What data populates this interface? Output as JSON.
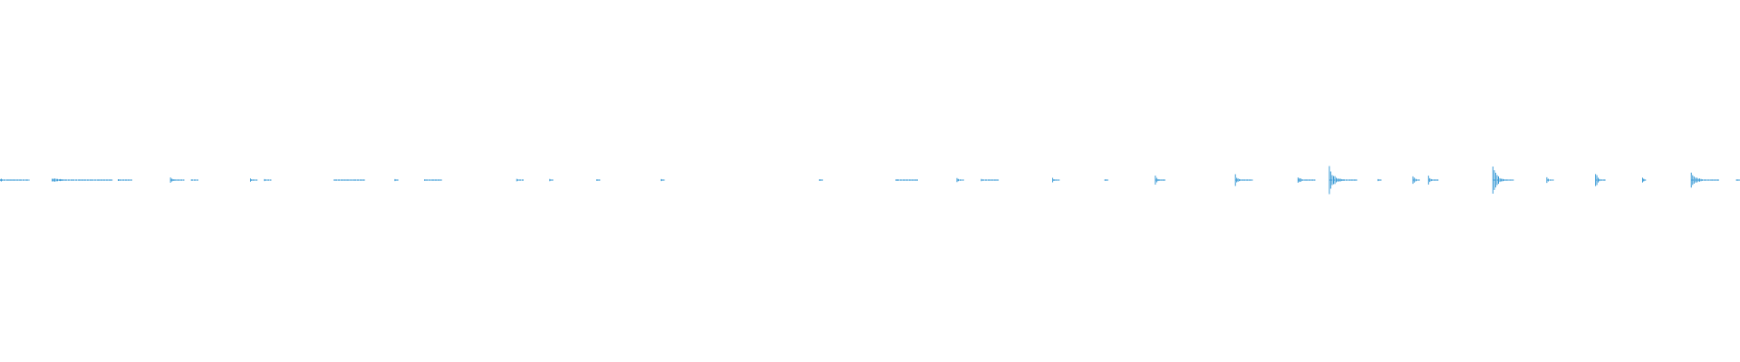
{
  "waveform": {
    "color": "#3b9bd6",
    "duration": 1,
    "bursts": [
      {
        "t": 0.0,
        "amp": 0.01,
        "len": 0.017
      },
      {
        "t": 0.03,
        "amp": 0.012,
        "len": 0.035
      },
      {
        "t": 0.068,
        "amp": 0.006,
        "len": 0.008
      },
      {
        "t": 0.098,
        "amp": 0.02,
        "len": 0.008
      },
      {
        "t": 0.11,
        "amp": 0.006,
        "len": 0.004
      },
      {
        "t": 0.144,
        "amp": 0.012,
        "len": 0.004
      },
      {
        "t": 0.152,
        "amp": 0.005,
        "len": 0.004
      },
      {
        "t": 0.192,
        "amp": 0.004,
        "len": 0.018
      },
      {
        "t": 0.227,
        "amp": 0.005,
        "len": 0.002
      },
      {
        "t": 0.244,
        "amp": 0.004,
        "len": 0.01
      },
      {
        "t": 0.297,
        "amp": 0.008,
        "len": 0.004
      },
      {
        "t": 0.316,
        "amp": 0.005,
        "len": 0.002
      },
      {
        "t": 0.343,
        "amp": 0.005,
        "len": 0.002
      },
      {
        "t": 0.38,
        "amp": 0.003,
        "len": 0.002
      },
      {
        "t": 0.471,
        "amp": 0.003,
        "len": 0.002
      },
      {
        "t": 0.515,
        "amp": 0.004,
        "len": 0.013
      },
      {
        "t": 0.55,
        "amp": 0.014,
        "len": 0.004
      },
      {
        "t": 0.564,
        "amp": 0.008,
        "len": 0.01
      },
      {
        "t": 0.605,
        "amp": 0.014,
        "len": 0.004
      },
      {
        "t": 0.635,
        "amp": 0.004,
        "len": 0.002
      },
      {
        "t": 0.664,
        "amp": 0.026,
        "len": 0.006
      },
      {
        "t": 0.71,
        "amp": 0.034,
        "len": 0.01
      },
      {
        "t": 0.746,
        "amp": 0.022,
        "len": 0.01
      },
      {
        "t": 0.764,
        "amp": 0.08,
        "len": 0.016
      },
      {
        "t": 0.792,
        "amp": 0.005,
        "len": 0.002
      },
      {
        "t": 0.812,
        "amp": 0.028,
        "len": 0.004
      },
      {
        "t": 0.821,
        "amp": 0.03,
        "len": 0.006
      },
      {
        "t": 0.858,
        "amp": 0.09,
        "len": 0.012
      },
      {
        "t": 0.889,
        "amp": 0.016,
        "len": 0.004
      },
      {
        "t": 0.917,
        "amp": 0.055,
        "len": 0.006
      },
      {
        "t": 0.944,
        "amp": 0.016,
        "len": 0.002
      },
      {
        "t": 0.972,
        "amp": 0.048,
        "len": 0.016
      },
      {
        "t": 0.998,
        "amp": 0.004,
        "len": 0.002
      }
    ]
  }
}
